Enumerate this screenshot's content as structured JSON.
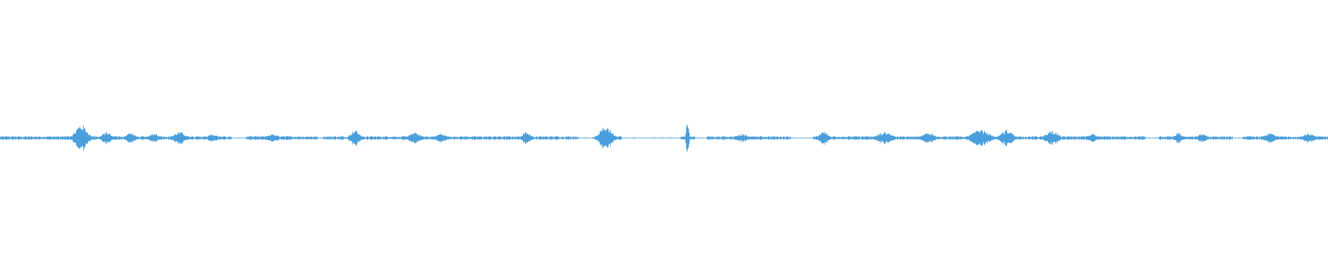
{
  "waveform": {
    "color": "#4a9fdc",
    "background": "#ffffff",
    "baseline_amplitude": 0.012,
    "bursts": [
      {
        "position": 0.061,
        "amplitude": 0.1,
        "spread": 0.004
      },
      {
        "position": 0.08,
        "amplitude": 0.045,
        "spread": 0.003
      },
      {
        "position": 0.098,
        "amplitude": 0.04,
        "spread": 0.003
      },
      {
        "position": 0.116,
        "amplitude": 0.035,
        "spread": 0.003
      },
      {
        "position": 0.135,
        "amplitude": 0.045,
        "spread": 0.004
      },
      {
        "position": 0.16,
        "amplitude": 0.03,
        "spread": 0.003
      },
      {
        "position": 0.205,
        "amplitude": 0.03,
        "spread": 0.004
      },
      {
        "position": 0.267,
        "amplitude": 0.06,
        "spread": 0.003
      },
      {
        "position": 0.312,
        "amplitude": 0.04,
        "spread": 0.004
      },
      {
        "position": 0.332,
        "amplitude": 0.035,
        "spread": 0.003
      },
      {
        "position": 0.396,
        "amplitude": 0.045,
        "spread": 0.003
      },
      {
        "position": 0.456,
        "amplitude": 0.09,
        "spread": 0.004
      },
      {
        "position": 0.5175,
        "amplitude": 0.16,
        "spread": 0.0008
      },
      {
        "position": 0.558,
        "amplitude": 0.03,
        "spread": 0.004
      },
      {
        "position": 0.62,
        "amplitude": 0.05,
        "spread": 0.003
      },
      {
        "position": 0.666,
        "amplitude": 0.045,
        "spread": 0.005
      },
      {
        "position": 0.699,
        "amplitude": 0.04,
        "spread": 0.004
      },
      {
        "position": 0.738,
        "amplitude": 0.06,
        "spread": 0.006
      },
      {
        "position": 0.758,
        "amplitude": 0.06,
        "spread": 0.004
      },
      {
        "position": 0.792,
        "amplitude": 0.055,
        "spread": 0.004
      },
      {
        "position": 0.822,
        "amplitude": 0.03,
        "spread": 0.003
      },
      {
        "position": 0.887,
        "amplitude": 0.04,
        "spread": 0.002
      },
      {
        "position": 0.905,
        "amplitude": 0.03,
        "spread": 0.003
      },
      {
        "position": 0.956,
        "amplitude": 0.035,
        "spread": 0.004
      },
      {
        "position": 0.985,
        "amplitude": 0.035,
        "spread": 0.004
      }
    ],
    "gaps": [
      {
        "start": 0.174,
        "end": 0.185
      },
      {
        "start": 0.239,
        "end": 0.243
      },
      {
        "start": 0.435,
        "end": 0.45
      },
      {
        "start": 0.468,
        "end": 0.512
      },
      {
        "start": 0.523,
        "end": 0.532
      },
      {
        "start": 0.595,
        "end": 0.612
      },
      {
        "start": 0.862,
        "end": 0.872
      },
      {
        "start": 0.928,
        "end": 0.935
      }
    ]
  }
}
